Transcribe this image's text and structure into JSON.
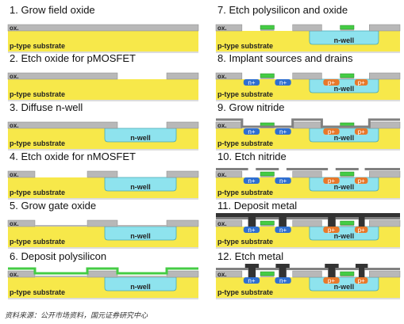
{
  "panels": [
    {
      "title": "1. Grow field oxide",
      "step": 1
    },
    {
      "title": "2. Etch oxide for pMOSFET",
      "step": 2
    },
    {
      "title": "3. Diffuse n-well",
      "step": 3
    },
    {
      "title": "4. Etch oxide for nMOSFET",
      "step": 4
    },
    {
      "title": "5. Grow gate oxide",
      "step": 5
    },
    {
      "title": "6. Deposit polysilicon",
      "step": 6
    },
    {
      "title": "7. Etch polysilicon and oxide",
      "step": 7
    },
    {
      "title": "8. Implant sources and drains",
      "step": 8
    },
    {
      "title": "9. Grow nitride",
      "step": 9
    },
    {
      "title": "10. Etch nitride",
      "step": 10
    },
    {
      "title": "11. Deposit metal",
      "step": 11
    },
    {
      "title": "12. Etch metal",
      "step": 12
    }
  ],
  "labels": {
    "oxide": "ox.",
    "substrate": "p-type substrate",
    "nwell": "n-well",
    "nplus": "n+",
    "pplus": "p+"
  },
  "source_note": "资料来源：公开市场资料，国元证券研究中心",
  "colors": {
    "substrate": "#f7e84a",
    "oxide": "#b8b8b8",
    "nwell": "#8ee3ee",
    "poly": "#44cc44",
    "nplus": "#2f6fd0",
    "pplus": "#e8782a",
    "nitride": "#808080",
    "metal": "#333333",
    "title": "#111111",
    "label": "#222222",
    "divider": "#777777"
  }
}
